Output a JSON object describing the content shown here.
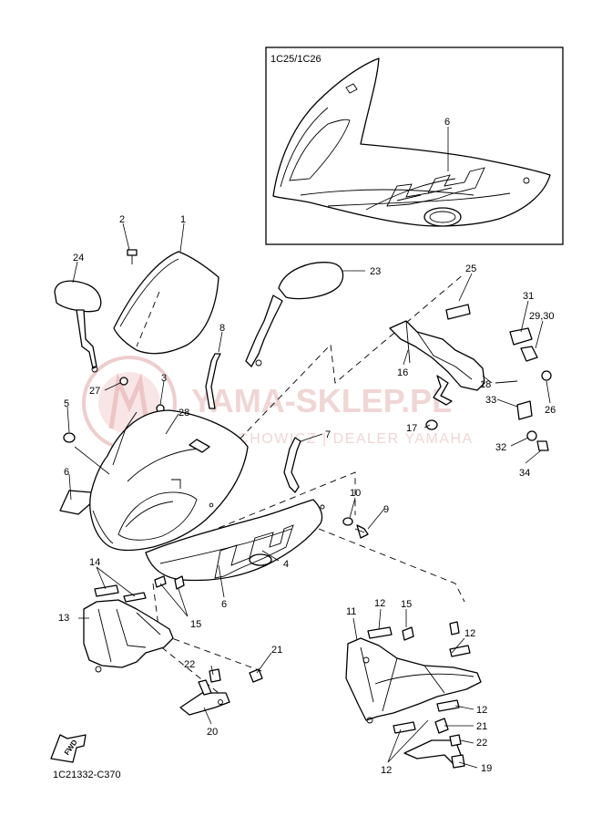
{
  "inset": {
    "model_code": "1C25/1C26"
  },
  "diagram_code": "1C21332-C370",
  "fwd_label": "FWD",
  "watermark": {
    "title": "YAMA-SKLEP.PL",
    "subtitle": "CIECHOWICZ | DEALER YAMAHA"
  },
  "callouts": [
    {
      "id": "c1",
      "label": "1"
    },
    {
      "id": "c2",
      "label": "2"
    },
    {
      "id": "c3",
      "label": "3"
    },
    {
      "id": "c4",
      "label": "4"
    },
    {
      "id": "c5",
      "label": "5"
    },
    {
      "id": "c6",
      "label": "6"
    },
    {
      "id": "c6b",
      "label": "6"
    },
    {
      "id": "c6c",
      "label": "6"
    },
    {
      "id": "c7",
      "label": "7"
    },
    {
      "id": "c8",
      "label": "8"
    },
    {
      "id": "c9",
      "label": "9"
    },
    {
      "id": "c10",
      "label": "10"
    },
    {
      "id": "c11",
      "label": "11"
    },
    {
      "id": "c12a",
      "label": "12"
    },
    {
      "id": "c12b",
      "label": "12"
    },
    {
      "id": "c12c",
      "label": "12"
    },
    {
      "id": "c12d",
      "label": "12"
    },
    {
      "id": "c13",
      "label": "13"
    },
    {
      "id": "c14",
      "label": "14"
    },
    {
      "id": "c15a",
      "label": "15"
    },
    {
      "id": "c15b",
      "label": "15"
    },
    {
      "id": "c16",
      "label": "16"
    },
    {
      "id": "c17",
      "label": "17"
    },
    {
      "id": "c18",
      "label": "18"
    },
    {
      "id": "c19",
      "label": "19"
    },
    {
      "id": "c20",
      "label": "20"
    },
    {
      "id": "c21a",
      "label": "21"
    },
    {
      "id": "c21b",
      "label": "21"
    },
    {
      "id": "c22a",
      "label": "22"
    },
    {
      "id": "c22b",
      "label": "22"
    },
    {
      "id": "c23",
      "label": "23"
    },
    {
      "id": "c24",
      "label": "24"
    },
    {
      "id": "c25",
      "label": "25"
    },
    {
      "id": "c26",
      "label": "26"
    },
    {
      "id": "c27",
      "label": "27"
    },
    {
      "id": "c28",
      "label": "28"
    },
    {
      "id": "c2930",
      "label": "29,30"
    },
    {
      "id": "c31",
      "label": "31"
    },
    {
      "id": "c32",
      "label": "32"
    },
    {
      "id": "c33",
      "label": "33"
    },
    {
      "id": "c34",
      "label": "34"
    }
  ]
}
